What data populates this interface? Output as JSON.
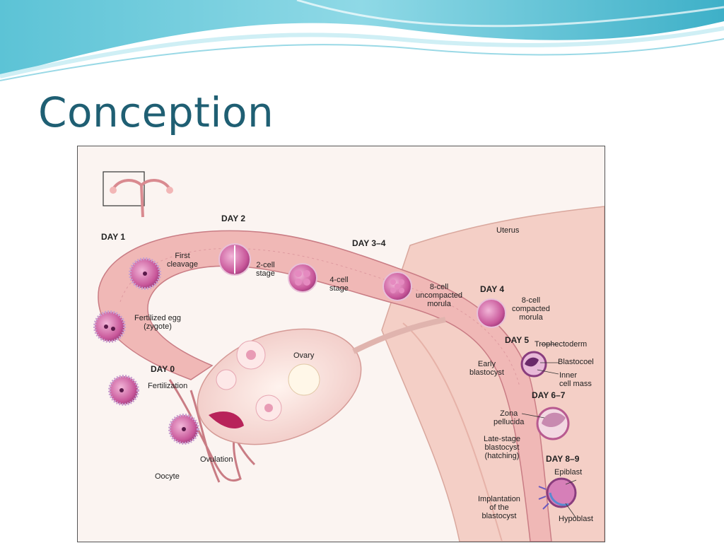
{
  "slide": {
    "title": "Conception"
  },
  "diagram": {
    "days": {
      "d0": "DAY 0",
      "d1": "DAY 1",
      "d2": "DAY 2",
      "d34": "DAY 3–4",
      "d4": "DAY 4",
      "d5": "DAY 5",
      "d67": "DAY 6–7",
      "d89": "DAY 8–9"
    },
    "labels": {
      "uterus": "Uterus",
      "first_cleavage": "First\ncleavage",
      "two_cell": "2-cell\nstage",
      "four_cell": "4-cell\nstage",
      "eight_cell_uncompacted": "8-cell\nuncompacted\nmorula",
      "eight_cell_compacted": "8-cell\ncompacted\nmorula",
      "fertilized_egg": "Fertilized egg\n(zygote)",
      "ovary": "Ovary",
      "fertilization": "Fertilization",
      "trophectoderm": "Trophectoderm",
      "blastocoel": "Blastocoel",
      "inner_cell_mass": "Inner\ncell mass",
      "early_blastocyst": "Early\nblastocyst",
      "zona_pellucida": "Zona\npellucida",
      "late_stage_blastocyst": "Late-stage\nblastocyst\n(hatching)",
      "epiblast": "Epiblast",
      "hypoblast": "Hypoblast",
      "implantation": "Implantation\nof the\nblastocyst",
      "ovulation": "Ovulation",
      "oocyte": "Oocyte"
    }
  }
}
